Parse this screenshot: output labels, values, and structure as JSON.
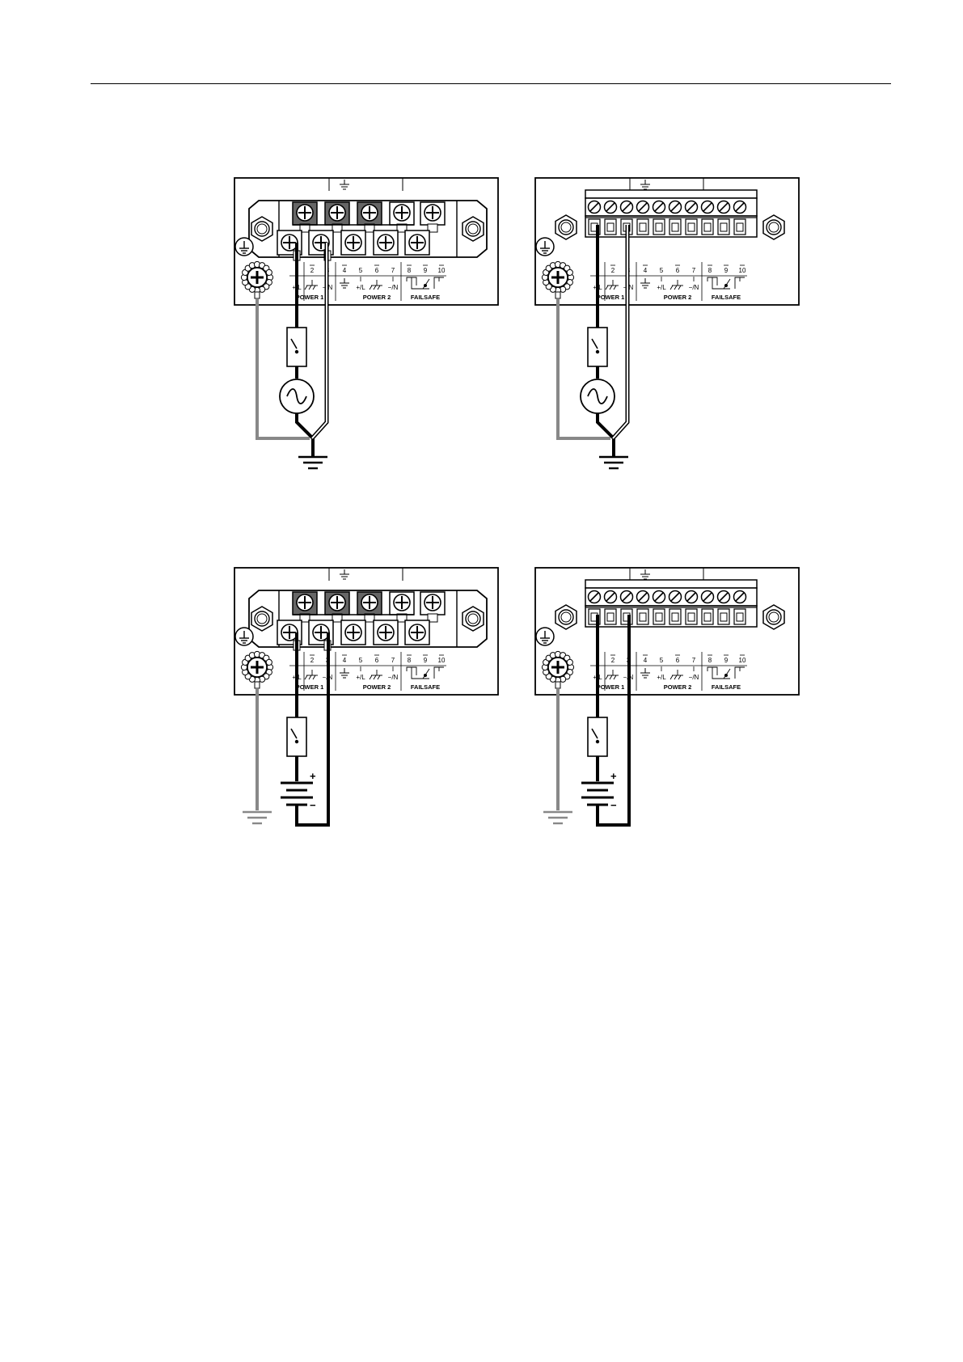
{
  "terminal_numbers": [
    "1",
    "2",
    "3",
    "4",
    "5",
    "6",
    "7",
    "8",
    "9",
    "10"
  ],
  "terminal_symbols": {
    "t1": "+/L",
    "t3": "−/N",
    "t5": "+/L",
    "t7": "−/N"
  },
  "section_labels": {
    "power1": "POWER 1",
    "power2": "POWER 2",
    "failsafe": "FAILSAFE"
  },
  "polarity": {
    "plus": "+",
    "minus": "−"
  },
  "colors": {
    "line": "#000000",
    "earth_wire": "#888888",
    "terminal_dark": "#666666"
  },
  "diagrams": [
    {
      "id": "ac-screw-terminal",
      "terminal_block": "screw",
      "source": "ac-source-icon"
    },
    {
      "id": "ac-plug-terminal",
      "terminal_block": "pluggable",
      "source": "ac-source-icon"
    },
    {
      "id": "dc-screw-terminal",
      "terminal_block": "screw",
      "source": "battery-icon"
    },
    {
      "id": "dc-plug-terminal",
      "terminal_block": "pluggable",
      "source": "battery-icon"
    }
  ]
}
